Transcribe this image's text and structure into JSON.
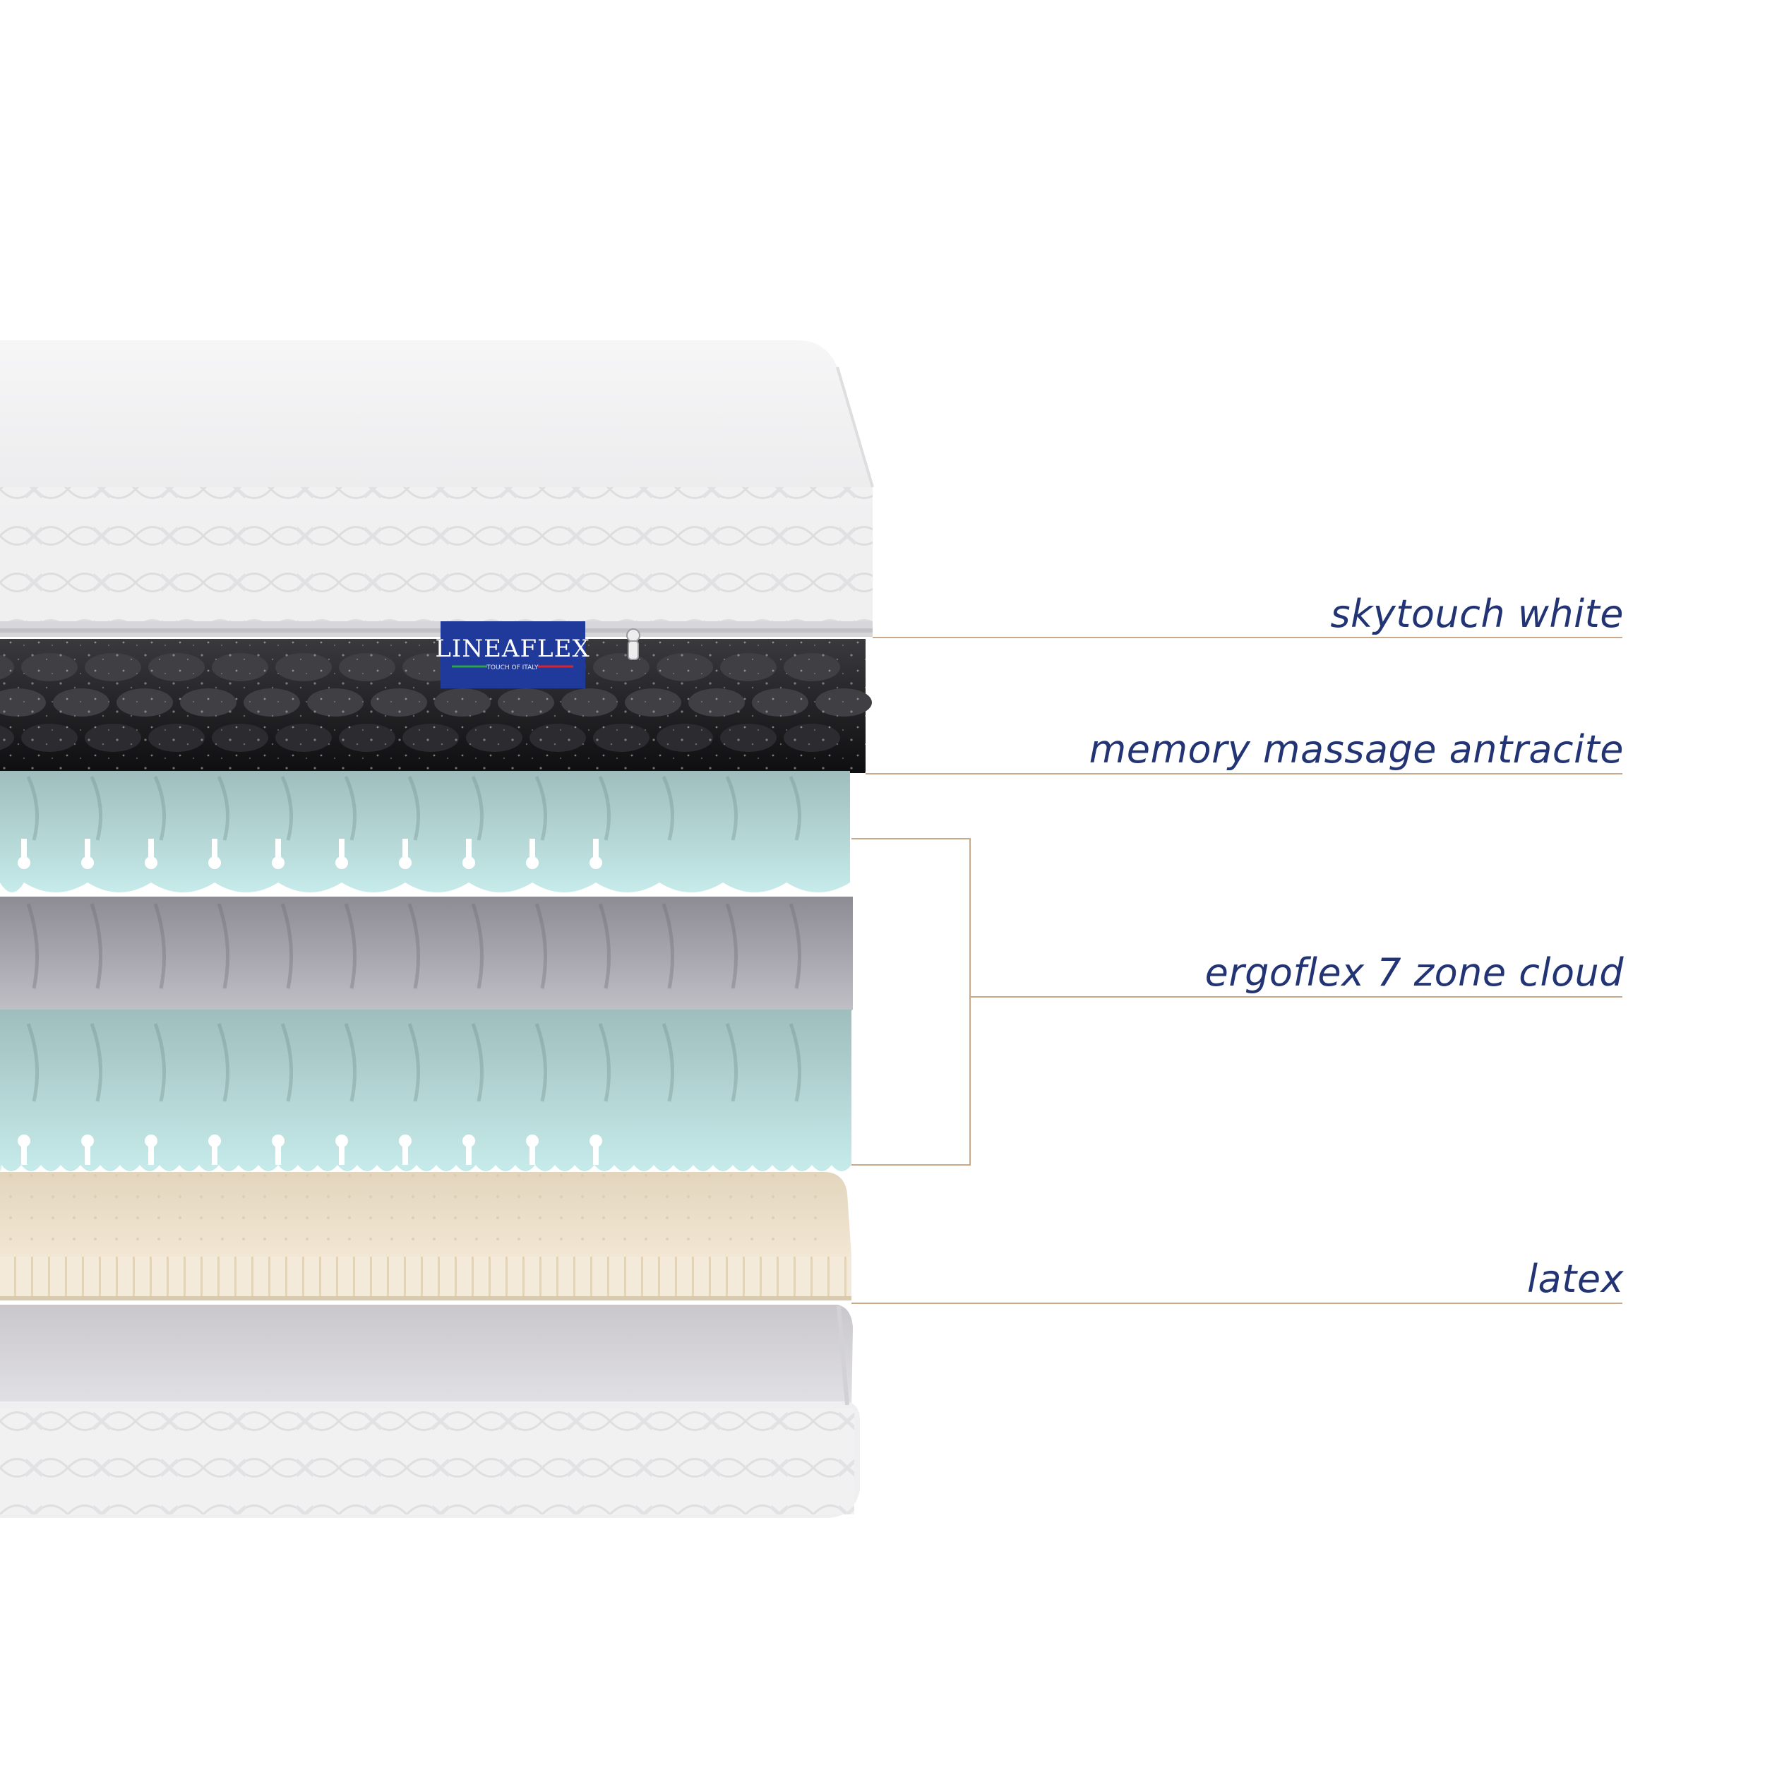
{
  "brand": {
    "logo_text": "LINEAFLEX",
    "tagline": "TOUCH OF ITALY",
    "color": "#1f3a9b"
  },
  "labels": {
    "skytouch": "skytouch white",
    "memory": "memory massage antracite",
    "ergoflex": "ergoflex 7 zone cloud",
    "latex": "latex"
  },
  "colors": {
    "label_text": "#233474",
    "leader_line": "#c9a98a",
    "cover_white": "#f2f2f3",
    "memory_foam": "#1c1c1e",
    "ergo_blue": "#bfe3e2",
    "ergo_grey": "#b9b8bf",
    "latex": "#efe2cc"
  }
}
